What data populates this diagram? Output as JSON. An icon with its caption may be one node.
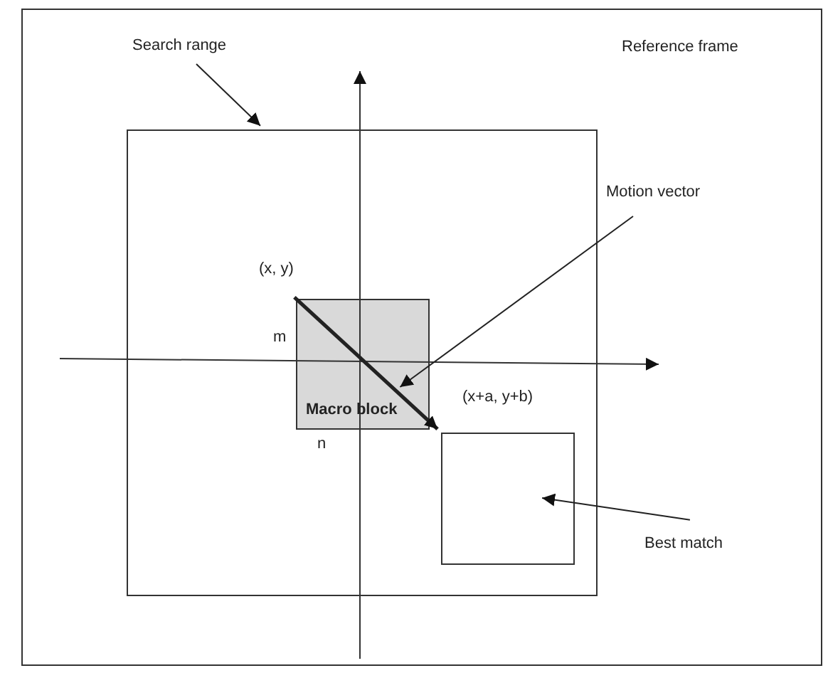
{
  "diagram": {
    "nodes": [
      {
        "text": [
          "Reference frame"
        ]
      },
      {
        "text": [
          "Search range"
        ],
        "in": 0
      },
      {
        "text": [],
        "shape": "box",
        "in": 0
      },
      {
        "text": [
          "Motion vector"
        ],
        "in": 0
      },
      {
        "text": [
          "Macro block"
        ],
        "in": 2,
        "beside": [
          "(x, y)",
          "m",
          "n"
        ]
      },
      {
        "text": [],
        "shape": "box",
        "in": 2,
        "beside": [
          "(x+a, y+b)"
        ]
      },
      {
        "text": [
          "Best match"
        ],
        "in": 0
      }
    ],
    "edges": [
      {
        "from": 1,
        "to": 2,
        "arrow": "to"
      },
      {
        "from": 4,
        "to": 5,
        "arrow": "to",
        "style": "thick"
      },
      {
        "from": 3,
        "to": 4,
        "arrow": "to"
      },
      {
        "from": 6,
        "to": 5,
        "arrow": "to"
      }
    ]
  }
}
